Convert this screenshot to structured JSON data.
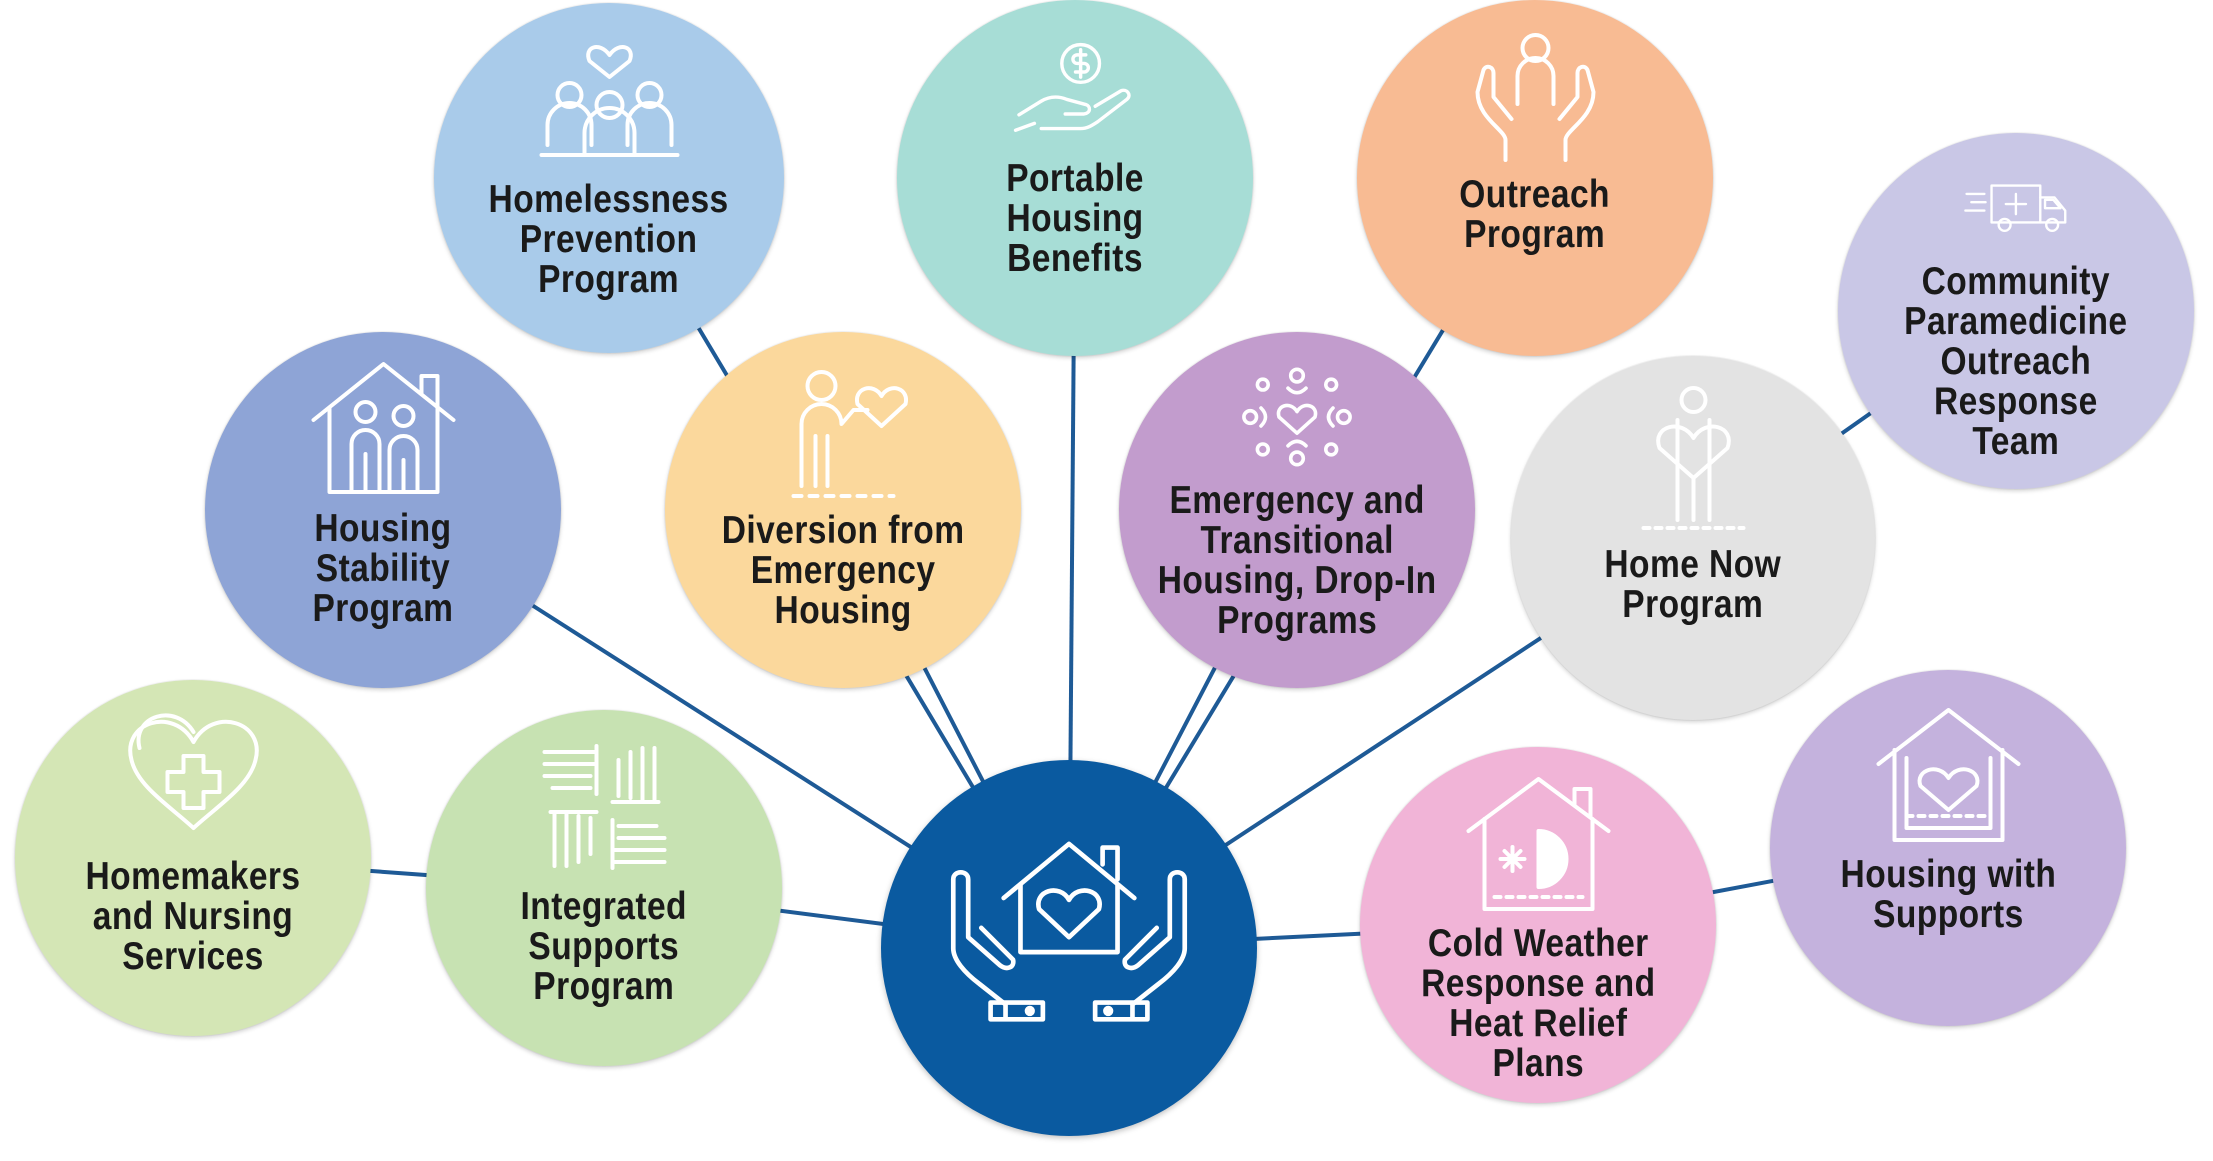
{
  "colors": {
    "hub": "#0a5aa0",
    "connector": "#1e5a96",
    "label_text": "#1a1a1a",
    "icon_stroke": "#ffffff"
  },
  "hub": {
    "icon": "hands-holding-house-heart-icon"
  },
  "programs": [
    {
      "id": "homelessness-prevention",
      "label": "Homelessness\nPrevention\nProgram",
      "color": "#a9cbea",
      "icon": "people-group-heart-icon"
    },
    {
      "id": "portable-housing",
      "label": "Portable\nHousing\nBenefits",
      "color": "#a7ddd6",
      "icon": "hand-dollar-coin-icon"
    },
    {
      "id": "outreach",
      "label": "Outreach\nProgram",
      "color": "#f8bb93",
      "icon": "hands-holding-person-icon"
    },
    {
      "id": "paramedicine",
      "label": "Community\nParamedicine\nOutreach\nResponse\nTeam",
      "color": "#c9c7e6",
      "icon": "ambulance-icon"
    },
    {
      "id": "housing-stability",
      "label": "Housing\nStability\nProgram",
      "color": "#8ea4d6",
      "icon": "house-family-icon"
    },
    {
      "id": "diversion",
      "label": "Diversion from\nEmergency\nHousing",
      "color": "#fbd89c",
      "icon": "person-heart-bubble-icon"
    },
    {
      "id": "emergency-transitional",
      "label": "Emergency and\nTransitional\nHousing, Drop-In\nPrograms",
      "color": "#c29ccd",
      "icon": "community-heart-icon"
    },
    {
      "id": "home-now",
      "label": "Home Now\nProgram",
      "color": "#e3e3e3",
      "icon": "person-heart-icon"
    },
    {
      "id": "homemakers",
      "label": "Homemakers\nand Nursing\nServices",
      "color": "#d4e6b5",
      "icon": "heart-medical-cross-icon"
    },
    {
      "id": "integrated-supports",
      "label": "Integrated\nSupports\nProgram",
      "color": "#c7e2b2",
      "icon": "joined-hands-icon"
    },
    {
      "id": "cold-weather",
      "label": "Cold Weather\nResponse and\nHeat Relief\nPlans",
      "color": "#f1b4d7",
      "icon": "house-snow-sun-icon"
    },
    {
      "id": "housing-supports",
      "label": "Housing with\nSupports",
      "color": "#c4b2dd",
      "icon": "house-heart-icon"
    }
  ]
}
